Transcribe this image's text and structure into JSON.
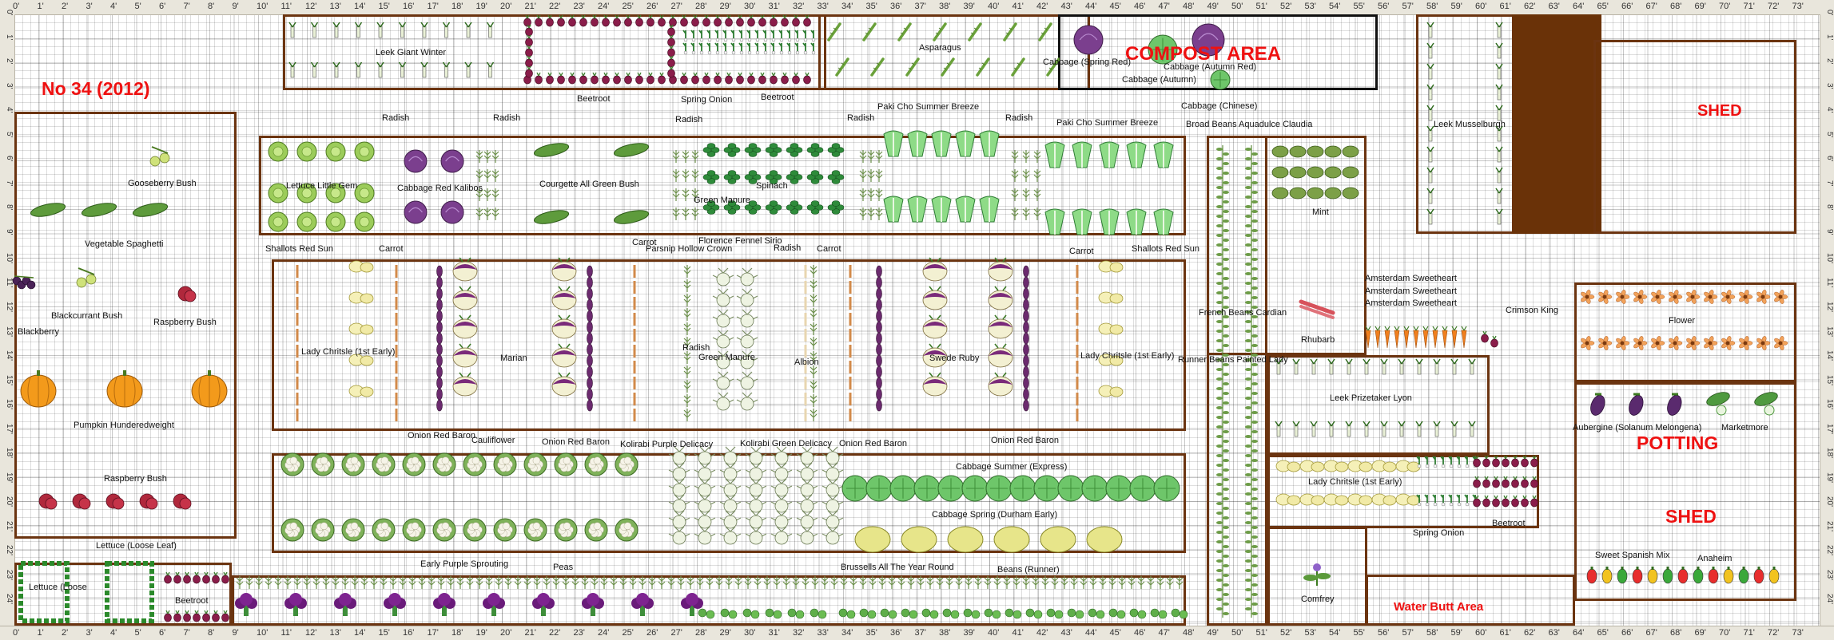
{
  "plan": {
    "title": "No 34 (2012)",
    "areas": {
      "compost": "COMPOST AREA",
      "shed_top": "SHED",
      "potting": "POTTING",
      "shed_bottom": "SHED",
      "water_butt": "Water Butt Area"
    }
  },
  "rulers": {
    "top": [
      "0'",
      "1'",
      "2'",
      "3'",
      "4'",
      "5'",
      "6'",
      "7'",
      "8'",
      "9'",
      "10'",
      "11'",
      "12'",
      "13'",
      "14'",
      "15'",
      "16'",
      "17'",
      "18'",
      "19'",
      "20'",
      "21'",
      "22'",
      "23'",
      "24'",
      "25'",
      "26'",
      "27'",
      "28'",
      "29'",
      "30'",
      "31'",
      "32'",
      "33'",
      "34'",
      "35'",
      "36'",
      "37'",
      "38'",
      "39'",
      "40'",
      "41'",
      "42'",
      "43'",
      "44'",
      "45'",
      "46'",
      "47'",
      "48'",
      "49'",
      "50'",
      "51'",
      "52'",
      "53'",
      "54'",
      "55'",
      "56'",
      "57'",
      "58'",
      "59'",
      "60'",
      "61'",
      "62'",
      "63'",
      "64'",
      "65'",
      "66'",
      "67'",
      "68'",
      "69'",
      "70'",
      "71'",
      "72'",
      "73'"
    ],
    "side": [
      "0'",
      "1'",
      "2'",
      "3'",
      "4'",
      "5'",
      "6'",
      "7'",
      "8'",
      "9'",
      "10'",
      "11'",
      "12'",
      "13'",
      "14'",
      "15'",
      "16'",
      "17'",
      "18'",
      "19'",
      "20'",
      "21'",
      "22'",
      "23'",
      "24'"
    ]
  },
  "labels": {
    "leek_giant_winter": "Leek Giant Winter",
    "beetroot_top": "Beetroot",
    "spring_onion_top": "Spring Onion",
    "beetroot_top2": "Beetroot",
    "asparagus": "Asparagus",
    "cabbage_spring_red": "Cabbage (Spring Red)",
    "cabbage_autumn": "Cabbage (Autumn)",
    "cabbage_autumn_red": "Cabbage (Autumn Red)",
    "cabbage_chinese": "Cabbage (Chinese)",
    "leek_musselburgh": "Leek Musselburgh",
    "radish_1": "Radish",
    "radish_2": "Radish",
    "radish_3": "Radish",
    "radish_4": "Radish",
    "radish_5": "Radish",
    "paki_cho_1": "Paki Cho Summer Breeze",
    "paki_cho_2": "Paki Cho Summer Breeze",
    "broad_beans": "Broad Beans Aquadulce Claudia",
    "gooseberry": "Gooseberry Bush",
    "lettuce_little_gem": "Lettuce Little Gem",
    "cabbage_red_kalibos": "Cabbage Red Kalibos",
    "courgette": "Courgette All Green Bush",
    "spinach": "Spinach",
    "green_manure_1": "Green Manure",
    "mint": "Mint",
    "vegetable_spaghetti": "Vegetable Spaghetti",
    "shallots_1": "Shallots Red Sun",
    "carrot_1": "Carrot",
    "carrot_2": "Carrot",
    "parsnip": "Parsnip Hollow Crown",
    "florence_fennel": "Florence Fennel Sirio",
    "radish_6": "Radish",
    "carrot_3": "Carrot",
    "carrot_4": "Carrot",
    "shallots_2": "Shallots Red Sun",
    "amsterdam_1": "Amsterdam Sweetheart",
    "amsterdam_2": "Amsterdam Sweetheart",
    "amsterdam_3": "Amsterdam Sweetheart",
    "crimson_king": "Crimson King",
    "blackcurrant": "Blackcurrant Bush",
    "raspberry_1": "Raspberry Bush",
    "blackberry": "Blackberry",
    "lady_christle_1": "Lady Chritsle (1st Early)",
    "marian": "Marian",
    "radish_7": "Radish",
    "green_manure_2": "Green Manure",
    "albion": "Albion",
    "swede_ruby": "Swede Ruby",
    "lady_christle_2": "Lady Chritsle (1st Early)",
    "french_beans": "French Beans Cardian",
    "rhubarb": "Rhubarb",
    "runner_beans": "Runner Beans Painted Lady",
    "flower": "Flower",
    "leek_prizetaker": "Leek Prizetaker Lyon",
    "pumpkin": "Pumpkin Hunderedweight",
    "aubergine": "Aubergine (Solanum Melongena)",
    "marketmore": "Marketmore",
    "onion_1": "Onion Red Baron",
    "cauliflower": "Cauliflower",
    "onion_2": "Onion Red Baron",
    "kohlrabi_purple": "Kolirabi Purple Delicacy",
    "kohlrabi_green": "Kolirabi Green Delicacy",
    "onion_3": "Onion Red Baron",
    "onion_4": "Onion Red Baron",
    "raspberry_2": "Raspberry Bush",
    "cabbage_summer": "Cabbage Summer (Express)",
    "lady_christle_3": "Lady Chritsle (1st Early)",
    "cabbage_spring_durham": "Cabbage Spring (Durham Early)",
    "spring_onion_2": "Spring Onion",
    "beetroot_3": "Beetroot",
    "lettuce_loose_leaf": "Lettuce (Loose Leaf)",
    "lettuce_loose_small": "Lettuce (Loose",
    "beetroot_4": "Beetroot",
    "early_purple": "Early Purple Sprouting",
    "peas": "Peas",
    "brussels": "Brussells All The Year Round",
    "beans_runner": "Beans (Runner)",
    "comfrey": "Comfrey",
    "sweet_spanish": "Sweet Spanish Mix",
    "anaheim": "Anaheim"
  },
  "colors": {
    "bed_border": "#6b3410",
    "label_red": "#ee1111",
    "shed_fill": "#6a3208"
  },
  "icons": [
    "leek-icon",
    "beetroot-icon",
    "spring-onion-icon",
    "asparagus-icon",
    "red-cabbage-icon",
    "green-cabbage-icon",
    "lettuce-icon",
    "courgette-icon",
    "spinach-icon",
    "pak-choi-icon",
    "potato-icon",
    "turnip-icon",
    "swede-icon",
    "onion-icon",
    "cauliflower-icon",
    "kohlrabi-icon",
    "pumpkin-icon",
    "raspberry-icon",
    "blackberry-icon",
    "gooseberry-icon",
    "carrot-icon",
    "rhubarb-icon",
    "mint-icon",
    "flower-icon",
    "aubergine-icon",
    "cucumber-icon",
    "pepper-icon",
    "broccoli-icon",
    "brussels-sprout-icon",
    "comfrey-icon",
    "bean-icon"
  ]
}
